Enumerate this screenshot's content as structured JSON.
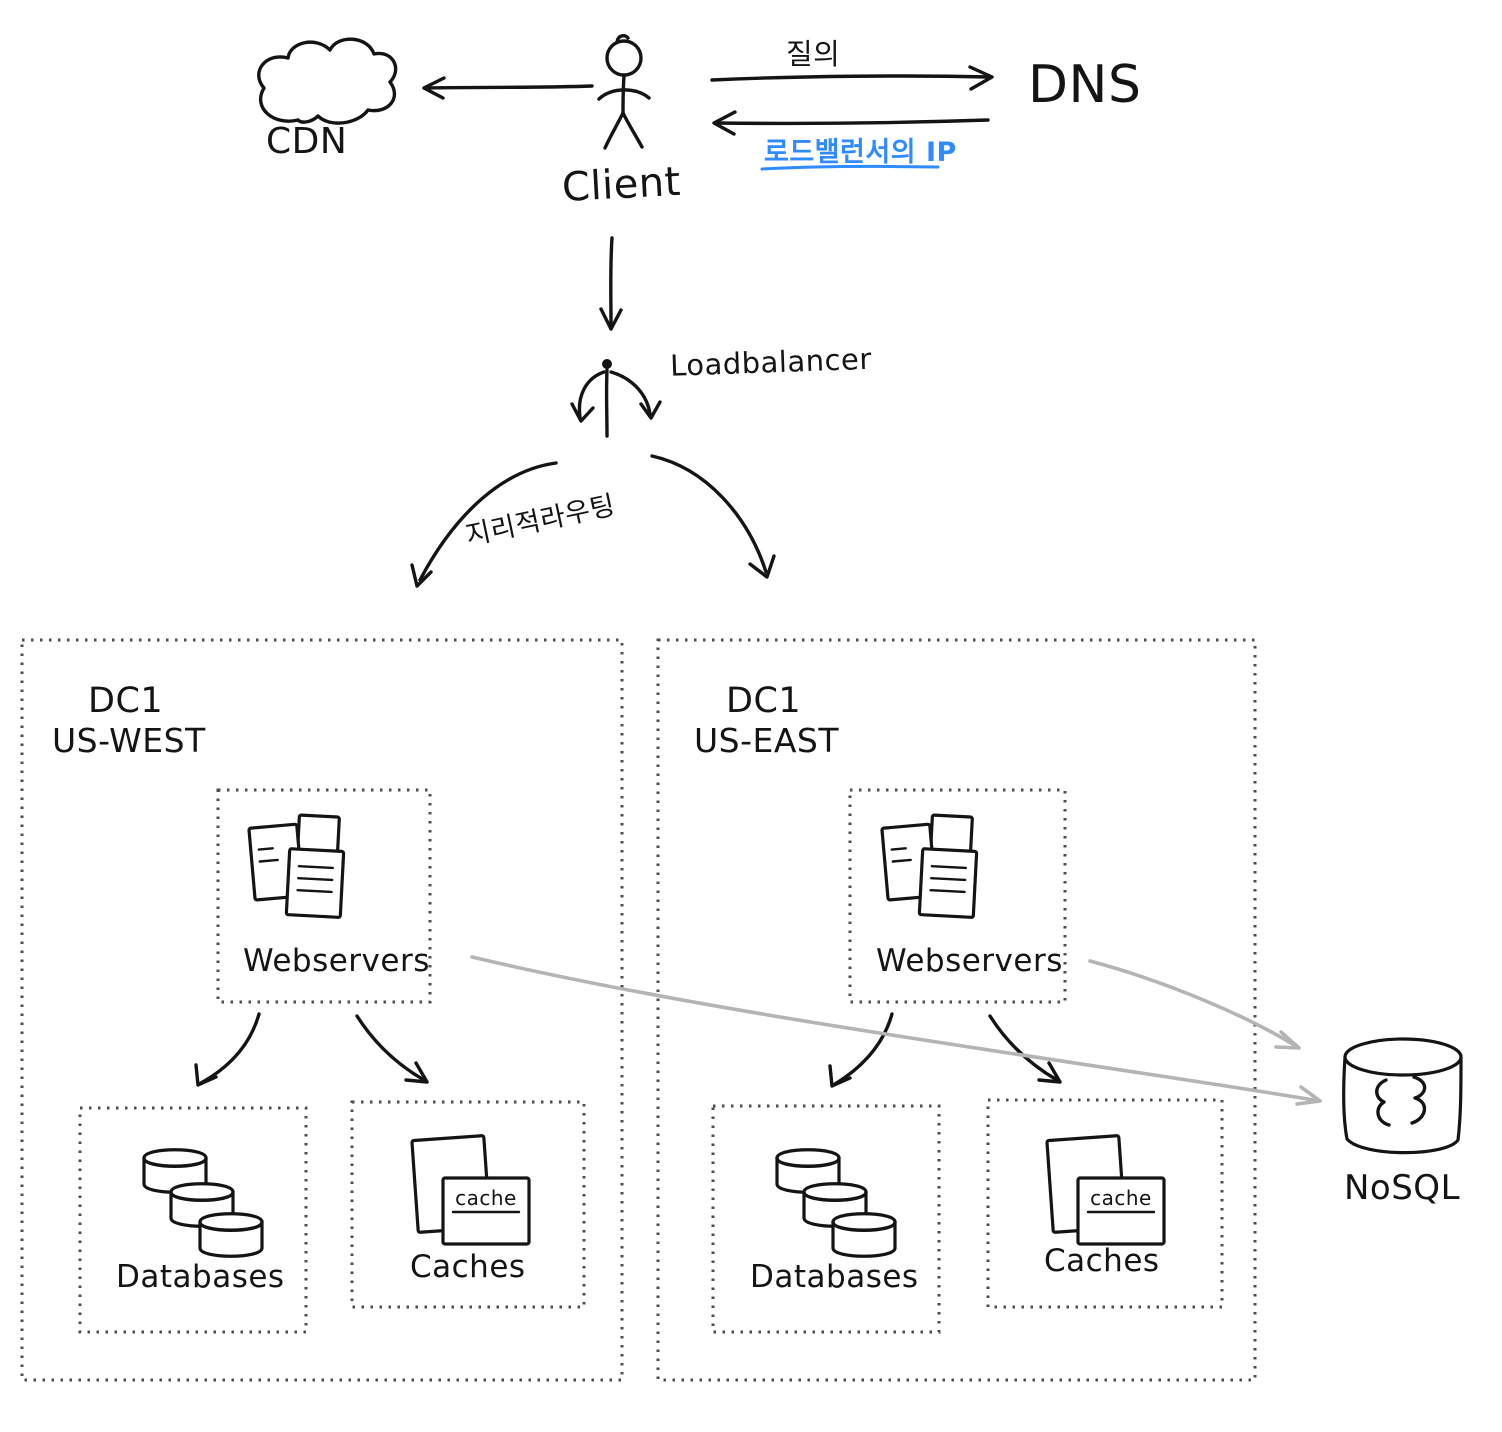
{
  "diagram": {
    "colors": {
      "ink": "#141414",
      "response_blue": "#2f8bff",
      "replication_gray": "#b4b4b4"
    },
    "cdn_label": "CDN",
    "client_label": "Client",
    "dns_label": "DNS",
    "query_label": "질의",
    "response_label": "로드밸런서의 IP",
    "loadbalancer_label": "Loadbalancer",
    "routing_label": "지리적라우팅",
    "nosql_label": "NoSQL",
    "dc_west": {
      "name": "DC1",
      "region": "US-WEST",
      "webservers_label": "Webservers",
      "databases_label": "Databases",
      "caches_label": "Caches",
      "cache_badge": "cache"
    },
    "dc_east": {
      "name": "DC1",
      "region": "US-EAST",
      "webservers_label": "Webservers",
      "databases_label": "Databases",
      "caches_label": "Caches",
      "cache_badge": "cache"
    }
  }
}
